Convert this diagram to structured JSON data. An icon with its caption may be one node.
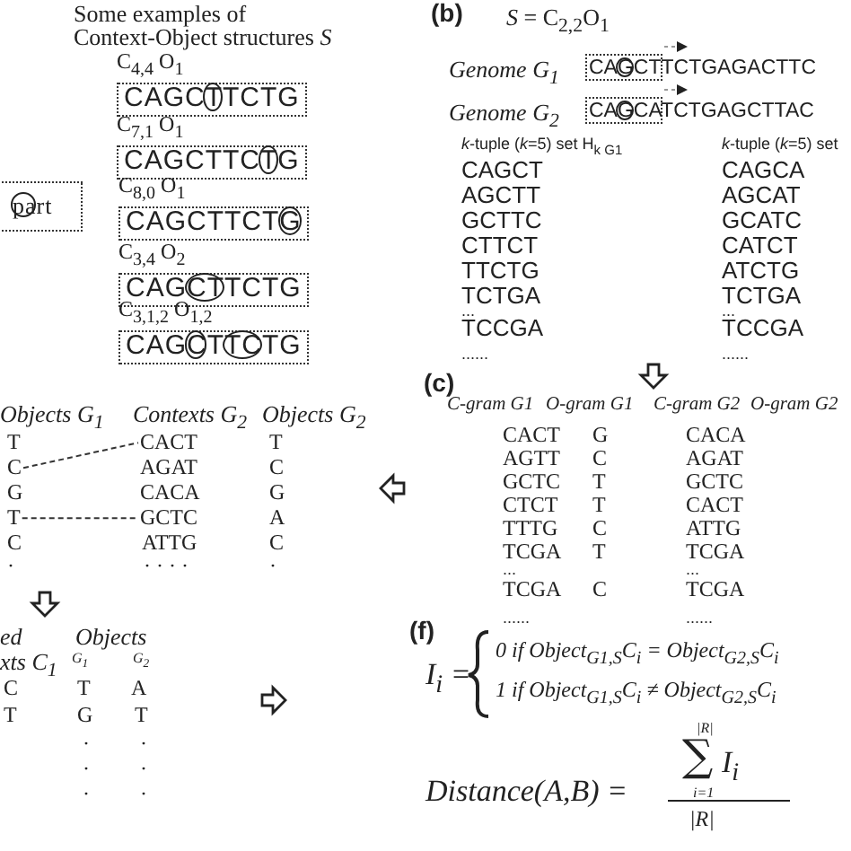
{
  "diagram": {
    "nodes": [
      {
        "text": [
          "part"
        ]
      },
      {
        "text": [
          "C$_{4,4}$ O$_{1}$",
          "CAGCTTCTG"
        ]
      },
      {
        "text": [
          "C$_{7,1}$ O$_{1}$",
          "CAGCTTCTG"
        ]
      },
      {
        "text": [
          "C$_{8,0}$ O$_{1}$",
          "CAGCTTCTG"
        ]
      },
      {
        "text": [
          "C$_{3,4}$ O$_{2}$",
          "CAGCTTCTG"
        ]
      },
      {
        "text": [
          "C$_{3,1,2}$ O$_{1,2}$",
          "CAGCTTCTG"
        ]
      },
      {
        "text": [
          "C"
        ]
      },
      {
        "text": [
          "CACT"
        ]
      },
      {
        "text": [
          "T"
        ]
      },
      {
        "text": [
          "GCTC"
        ]
      }
    ],
    "edges": [
      {
        "from": 6,
        "to": 7,
        "arrow": "none",
        "style": "dashed"
      },
      {
        "from": 8,
        "to": 9,
        "arrow": "none",
        "style": "dashed"
      }
    ],
    "labels": [
      "Some examples of",
      "Context-Object structures *S*",
      "(b)",
      "*S* = C$_{2,2}$O$_{1}$",
      "Genome G$_{1}$",
      "CAGCTTCTGAGACTTC",
      "Genome G$_{2}$",
      "CAGCATCTGAGCTTAC",
      "*k*-tuple (*k*=5) set H$_{k G1}$",
      "CAGCT",
      "AGCTT",
      "GCTTC",
      "CTTCT",
      "TTCTG",
      "TCTGA",
      "...",
      "TCCGA",
      "......",
      "*k*-tuple (*k*=5) set",
      "CAGCA",
      "AGCAT",
      "GCATC",
      "CATCT",
      "ATCTG",
      "TCTGA",
      "...",
      "TCCGA",
      "......",
      "(c)",
      "C-gram G1",
      "O-gram G1",
      "C-gram G2",
      "O-gram G2",
      "CACT",
      "G",
      "AGTT",
      "C",
      "GCTC",
      "T",
      "CTCT",
      "T",
      "TTTG",
      "C",
      "TCGA",
      "T",
      "...",
      "TCGA",
      "C",
      "......",
      "CACA",
      "AGAT",
      "GCTC",
      "CACT",
      "ATTG",
      "TCGA",
      "...",
      "TCGA",
      "......",
      "Objects G$_{1}$",
      "Contexts G$_{2}$",
      "Objects G$_{2}$",
      "T",
      "G",
      "C",
      "·",
      "AGAT",
      "CACA",
      "ATTG",
      "· · · ·",
      "T",
      "C",
      "G",
      "A",
      "C",
      "·",
      "ed",
      "Objects",
      "xts C$_{1}$",
      "G$_{1}$",
      "G$_{2}$",
      "C",
      "T",
      "A",
      "T",
      "G",
      "T",
      "·",
      "·",
      "·",
      "·",
      "·",
      "·",
      "(f)",
      "I$_{i}$ =",
      "0 if Object$_{G1,S}$C$_{i}$ = Object$_{G2,S}$C$_{i}$",
      "1 if Object$_{G1,S}$C$_{i}$ ≠ Object$_{G2,S}$C$_{i}$",
      "Distance(A,B) =",
      "|R|",
      "∑",
      "i=1",
      "I$_{i}$",
      "|R|"
    ]
  }
}
